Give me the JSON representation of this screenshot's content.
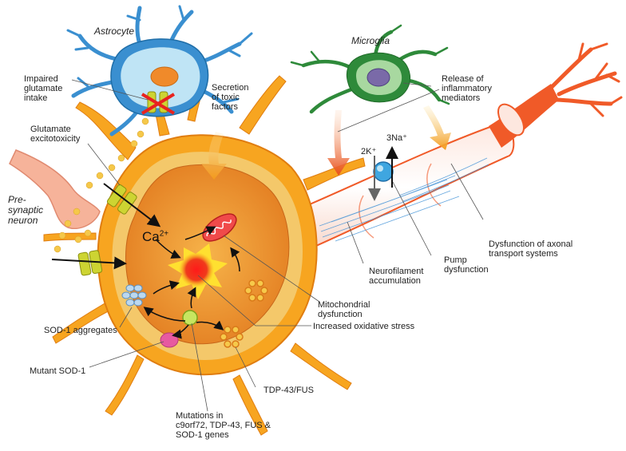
{
  "cells": {
    "astrocyte": "Astrocyte",
    "microglia": "Microglia",
    "presynaptic": [
      "Pre-",
      "synaptic",
      "neuron"
    ]
  },
  "ions": {
    "calcium": "Ca",
    "calcium_charge": "2+",
    "potassium": "2K⁺",
    "sodium": "3Na⁺"
  },
  "labels": {
    "impaired_glutamate": [
      "Impaired",
      "glutamate",
      "intake"
    ],
    "glutamate_excitotoxicity": [
      "Glutamate",
      "excitotoxicity"
    ],
    "secretion_toxic": [
      "Secretion",
      "of toxic",
      "factors"
    ],
    "release_inflammatory": [
      "Release of",
      "inflammatory",
      "mediators"
    ],
    "dysfunction_axonal": [
      "Dysfunction of axonal",
      "transport systems"
    ],
    "pump_dysfunction": [
      "Pump",
      "dysfunction"
    ],
    "neurofilament": [
      "Neurofilament",
      "accumulation"
    ],
    "mitochondrial": [
      "Mitochondrial",
      "dysfunction"
    ],
    "oxidative_stress": "Increased oxidative stress",
    "sod1_aggregates": "SOD-1 aggregates",
    "mutant_sod1": "Mutant SOD-1",
    "tdp43_fus": "TDP-43/FUS",
    "mutations": [
      "Mutations in",
      "c9orf72, TDP-43, FUS &",
      "SOD-1 genes"
    ]
  },
  "colors": {
    "neuron_outer": "#f7a520",
    "neuron_inner": "#f4c86a",
    "nucleus": "#e98a25",
    "axon": "#f05a28",
    "astrocyte": "#3a8fd0",
    "astrocyte_inner": "#bfe4f5",
    "microglia": "#2e8a3a",
    "stress": "#e8231f"
  }
}
